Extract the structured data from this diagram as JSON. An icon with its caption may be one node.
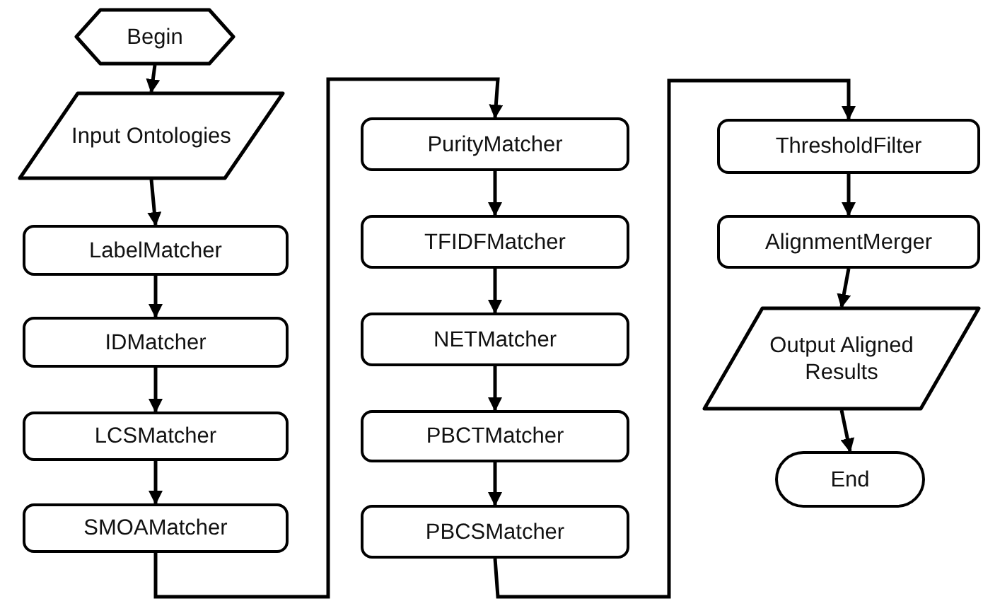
{
  "diagram": {
    "nodes": [
      {
        "text": [
          "Begin"
        ]
      },
      {
        "text": [
          "Input Ontologies"
        ]
      },
      {
        "text": [
          "LabelMatcher"
        ]
      },
      {
        "text": [
          "IDMatcher"
        ]
      },
      {
        "text": [
          "LCSMatcher"
        ]
      },
      {
        "text": [
          "SMOAMatcher"
        ]
      },
      {
        "text": [
          "PurityMatcher"
        ]
      },
      {
        "text": [
          "TFIDFMatcher"
        ]
      },
      {
        "text": [
          "NETMatcher"
        ]
      },
      {
        "text": [
          "PBCTMatcher"
        ]
      },
      {
        "text": [
          "PBCSMatcher"
        ]
      },
      {
        "text": [
          "ThresholdFilter"
        ]
      },
      {
        "text": [
          "AlignmentMerger"
        ]
      },
      {
        "text": [
          "Output Aligned Results"
        ]
      },
      {
        "text": [
          "End"
        ]
      }
    ],
    "edges": [
      {
        "from": 0,
        "to": 1,
        "arrow": "to"
      },
      {
        "from": 1,
        "to": 2,
        "arrow": "to"
      },
      {
        "from": 2,
        "to": 3,
        "arrow": "to"
      },
      {
        "from": 3,
        "to": 4,
        "arrow": "to"
      },
      {
        "from": 4,
        "to": 5,
        "arrow": "to"
      },
      {
        "from": 5,
        "to": 6,
        "arrow": "to"
      },
      {
        "from": 6,
        "to": 7,
        "arrow": "to"
      },
      {
        "from": 7,
        "to": 8,
        "arrow": "to"
      },
      {
        "from": 8,
        "to": 9,
        "arrow": "to"
      },
      {
        "from": 9,
        "to": 10,
        "arrow": "to"
      },
      {
        "from": 10,
        "to": 11,
        "arrow": "to"
      },
      {
        "from": 11,
        "to": 12,
        "arrow": "to"
      },
      {
        "from": 12,
        "to": 13,
        "arrow": "to"
      },
      {
        "from": 13,
        "to": 14,
        "arrow": "to"
      }
    ]
  }
}
